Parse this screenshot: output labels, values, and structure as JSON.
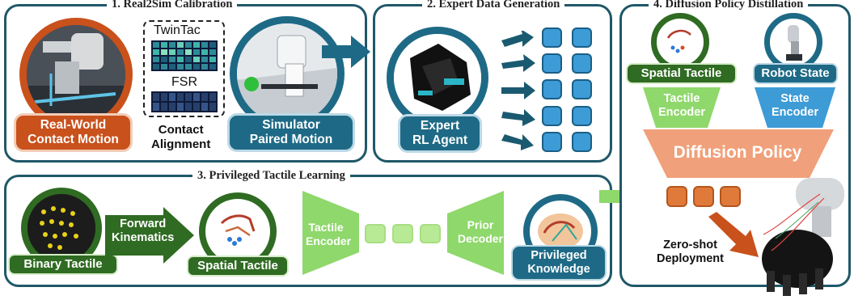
{
  "panels": {
    "p1_title": "1. Real2Sim Calibration",
    "p2_title": "2. Expert Data Generation",
    "p3_title": "3. Privileged Tactile Learning",
    "p4_title": "4. Diffusion Policy Distillation"
  },
  "calibration": {
    "real_world_line1": "Real-World",
    "real_world_line2": "Contact Motion",
    "twintac": "TwinTac",
    "fsr": "FSR",
    "contact_line1": "Contact",
    "contact_line2": "Alignment",
    "sim_line1": "Simulator",
    "sim_line2": "Paired Motion"
  },
  "expert": {
    "line1": "Expert",
    "line2": "RL Agent"
  },
  "tactile_learning": {
    "binary_tactile": "Binary Tactile",
    "fk_line1": "Forward",
    "fk_line2": "Kinematics",
    "spatial_tactile": "Spatial Tactile",
    "enc_line1": "Tactile",
    "enc_line2": "Encoder",
    "dec_line1": "Prior",
    "dec_line2": "Decoder",
    "priv_line1": "Privileged",
    "priv_line2": "Knowledge"
  },
  "distillation": {
    "spatial_tactile": "Spatial Tactile",
    "robot_state": "Robot State",
    "tenc_line1": "Tactile",
    "tenc_line2": "Encoder",
    "senc_line1": "State",
    "senc_line2": "Encoder",
    "diffusion_policy": "Diffusion Policy",
    "zs_line1": "Zero-shot",
    "zs_line2": "Deployment"
  },
  "colors": {
    "panel_border": "#1f5868",
    "orange": "#c9511c",
    "teal": "#1e6a86",
    "dark_green": "#2f6b22",
    "light_green": "#8fd86b",
    "light_blue": "#3d9bd6",
    "peach": "#f0a07a"
  }
}
